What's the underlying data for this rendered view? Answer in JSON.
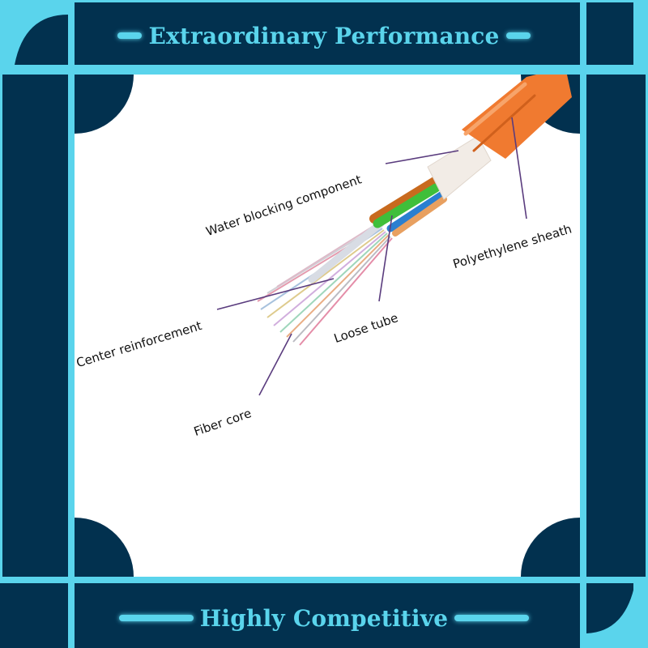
{
  "banners": {
    "top": "Extraordinary Performance",
    "bottom": "Highly Competitive"
  },
  "labels": {
    "water_blocking": "Water blocking component",
    "polyethylene_sheath": "Polyethylene sheath",
    "center_reinforcement": "Center reinforcement",
    "loose_tube": "Loose tube",
    "fiber_core": "Fiber core"
  },
  "colors": {
    "frame_navy": "#02314f",
    "frame_cyan": "#5ad4ec",
    "banner_text": "#5ad4ec",
    "canvas_white": "#ffffff",
    "sheath_orange": "#f07a30",
    "leader_line": "#5a3c7e"
  }
}
